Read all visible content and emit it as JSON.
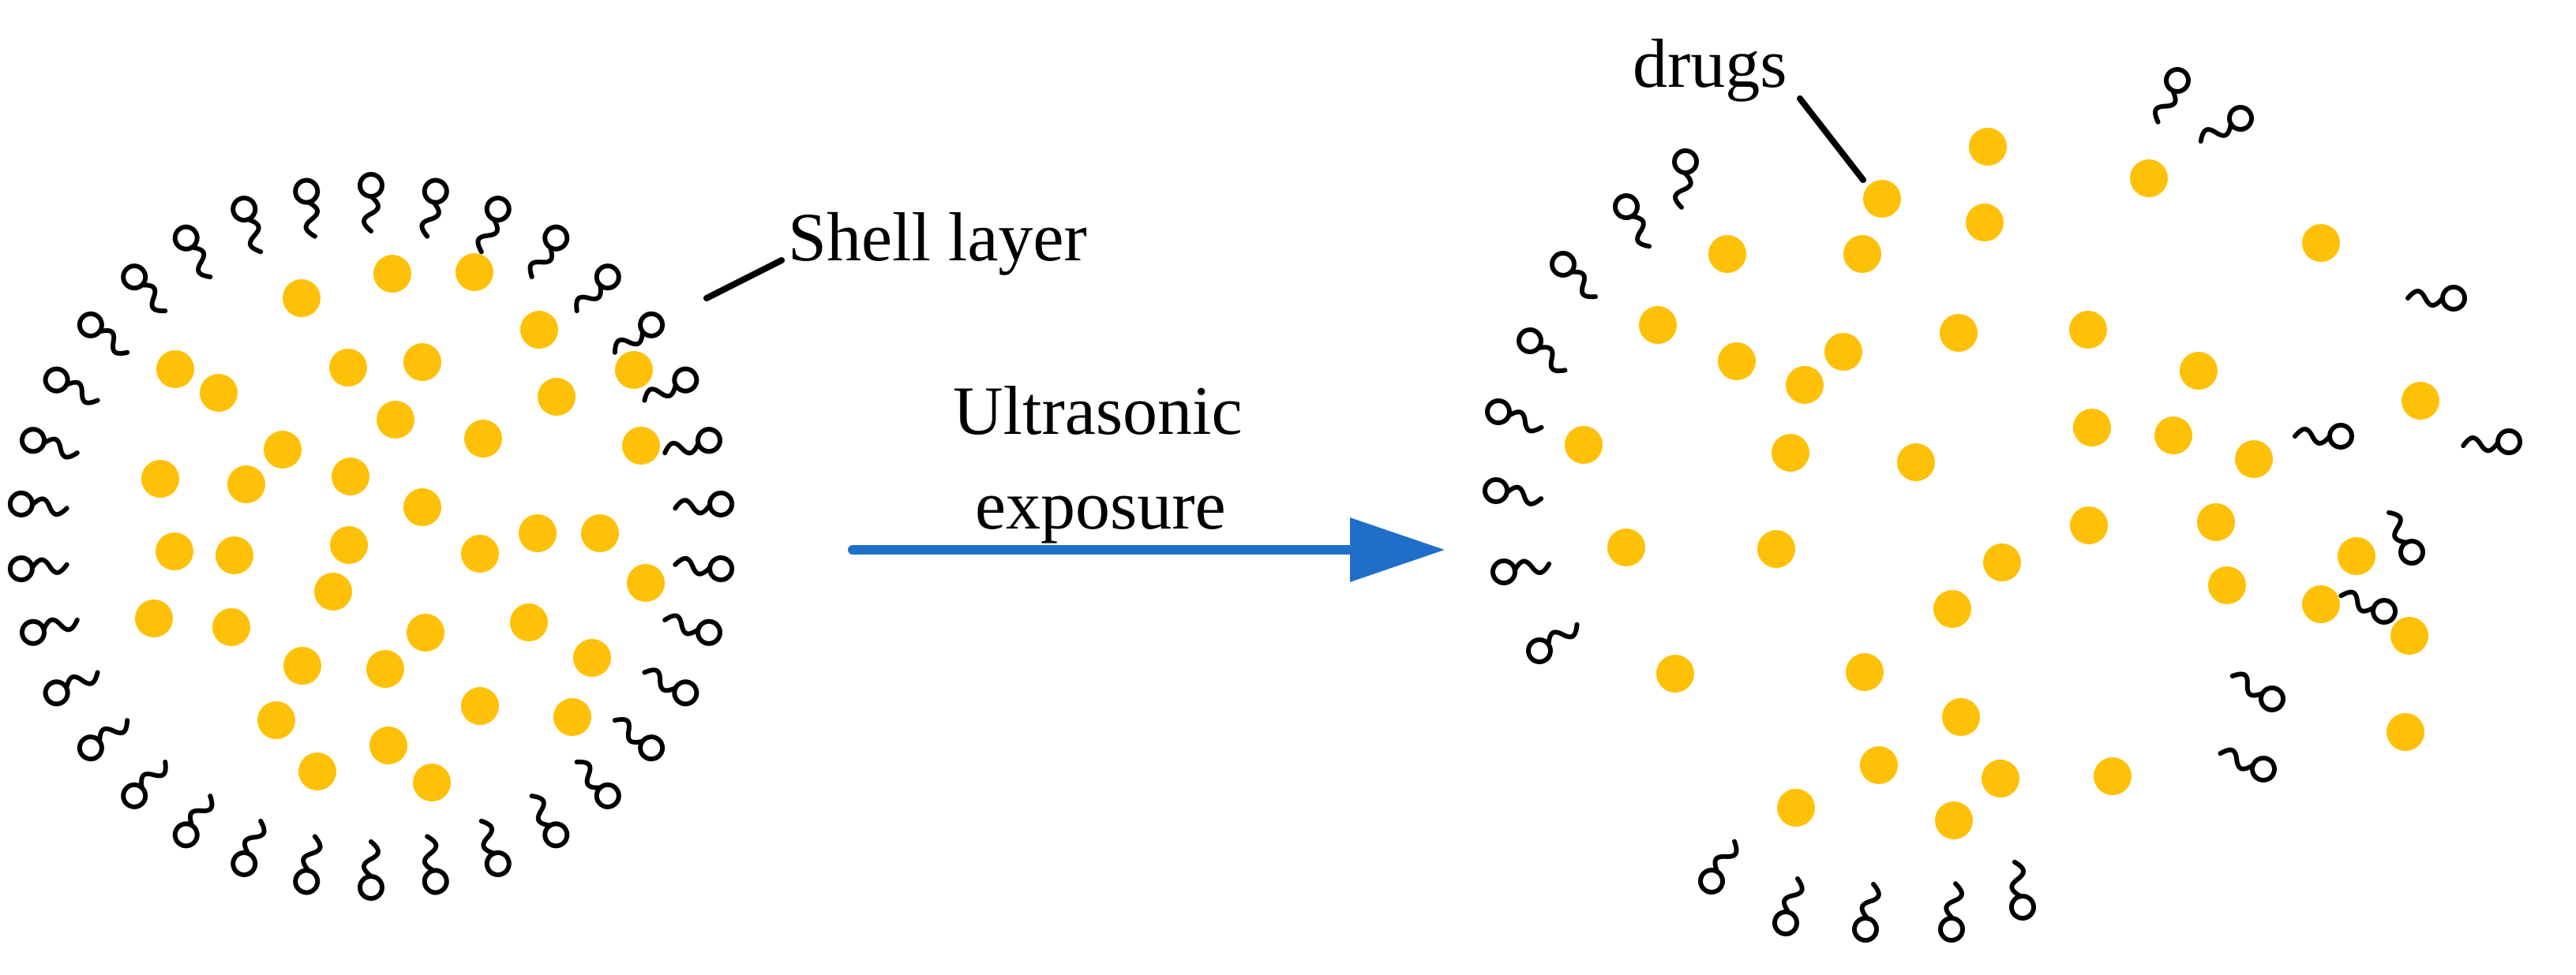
{
  "labels": {
    "shell_layer": "Shell layer",
    "drugs": "drugs",
    "process_line1": "Ultrasonic",
    "process_line2": "exposure"
  },
  "colors": {
    "drug": "#FFC107",
    "arrow": "#1F6FC9",
    "lipid": "#000000",
    "background": "#FFFFFF"
  },
  "icons": {
    "drug": "filled-circle",
    "lipid": "lollipop-squiggle",
    "arrow": "arrow-right"
  }
}
